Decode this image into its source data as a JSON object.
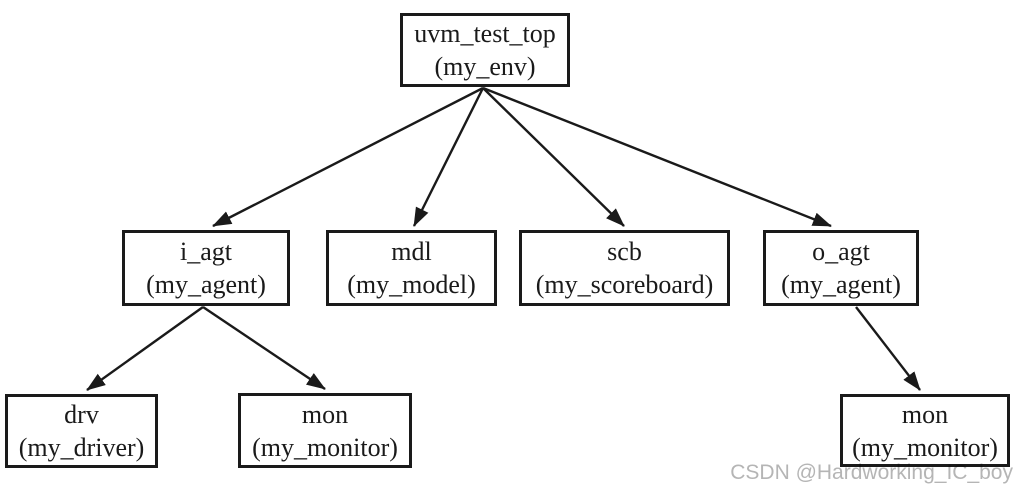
{
  "diagram": {
    "kind": "uvm-testbench-hierarchy-tree",
    "nodes": {
      "uvm_test_top": {
        "instance": "uvm_test_top",
        "type": "(my_env)"
      },
      "i_agt": {
        "instance": "i_agt",
        "type": "(my_agent)"
      },
      "mdl": {
        "instance": "mdl",
        "type": "(my_model)"
      },
      "scb": {
        "instance": "scb",
        "type": "(my_scoreboard)"
      },
      "o_agt": {
        "instance": "o_agt",
        "type": "(my_agent)"
      },
      "drv": {
        "instance": "drv",
        "type": "(my_driver)"
      },
      "mon_i": {
        "instance": "mon",
        "type": "(my_monitor)"
      },
      "mon_o": {
        "instance": "mon",
        "type": "(my_monitor)"
      }
    },
    "edges": [
      {
        "from": "uvm_test_top",
        "to": "i_agt"
      },
      {
        "from": "uvm_test_top",
        "to": "mdl"
      },
      {
        "from": "uvm_test_top",
        "to": "scb"
      },
      {
        "from": "uvm_test_top",
        "to": "o_agt"
      },
      {
        "from": "i_agt",
        "to": "drv"
      },
      {
        "from": "i_agt",
        "to": "mon_i"
      },
      {
        "from": "o_agt",
        "to": "mon_o"
      }
    ],
    "watermark": "CSDN @Hardworking_IC_boy",
    "colors": {
      "background": "#ffffff",
      "box_fill": "#ffffff",
      "box_border": "#1a1a1a",
      "text": "#1a1a1a",
      "arrow": "#1a1a1a",
      "watermark": "#b5b5b5"
    }
  }
}
